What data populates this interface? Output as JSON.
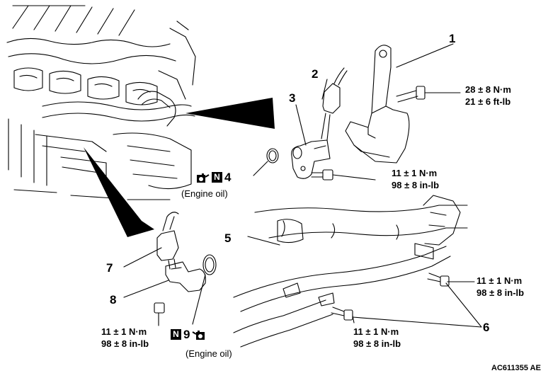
{
  "callouts": {
    "c1": "1",
    "c2": "2",
    "c3": "3",
    "c4": "4",
    "c5": "5",
    "c6": "6",
    "c7": "7",
    "c8": "8",
    "c9": "9"
  },
  "torque": {
    "bracket_nm": "28 ± 8 N·m",
    "bracket_ftlb": "21 ± 6 ft-lb",
    "cam_sensor_nm": "11 ± 1 N·m",
    "cam_sensor_inlb": "98 ± 8 in-lb",
    "clamp_right_nm": "11 ± 1 N·m",
    "clamp_right_inlb": "98 ± 8 in-lb",
    "clamp_center_nm": "11 ± 1 N·m",
    "clamp_center_inlb": "98 ± 8 in-lb",
    "crank_sensor_nm": "11 ± 1 N·m",
    "crank_sensor_inlb": "98 ± 8 in-lb"
  },
  "symbols": {
    "new_part_letter": "N",
    "oil_icon": "oil-can-icon"
  },
  "notes": {
    "oil_4": "(Engine oil)",
    "oil_9": "(Engine oil)"
  },
  "figure_code": "AC611355 AE"
}
